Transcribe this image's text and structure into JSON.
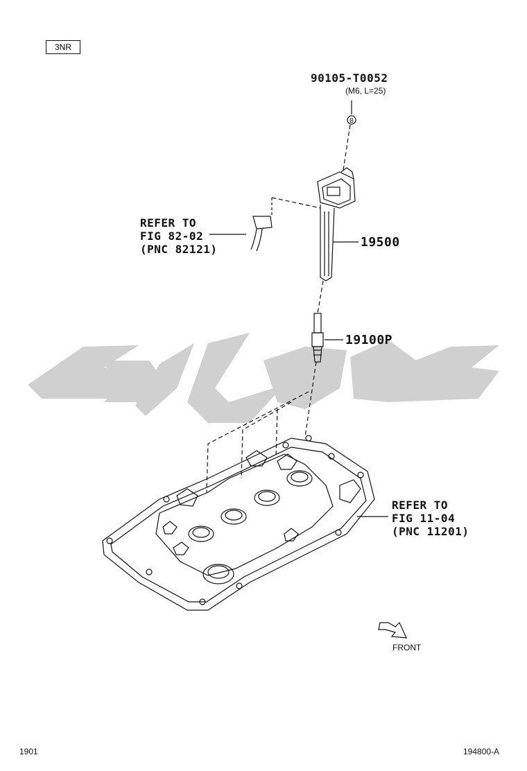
{
  "engine_box": "3NR",
  "parts": {
    "bolt": {
      "code": "90105-T0052",
      "spec": "(M6, L=25)",
      "marker": "B"
    },
    "coil": {
      "code": "19500"
    },
    "plug": {
      "code": "19100P"
    }
  },
  "refs": {
    "connector": {
      "line1": "REFER TO",
      "line2": "FIG 82-02",
      "line3": "(PNC 82121)"
    },
    "head_cover": {
      "line1": "REFER TO",
      "line2": "FIG 11-04",
      "line3": "(PNC 11201)"
    }
  },
  "front_label": "FRONT",
  "footer": {
    "left": "1901",
    "right": "194800-A"
  },
  "colors": {
    "line": "#111111",
    "watermark": "#c8c8c8"
  }
}
